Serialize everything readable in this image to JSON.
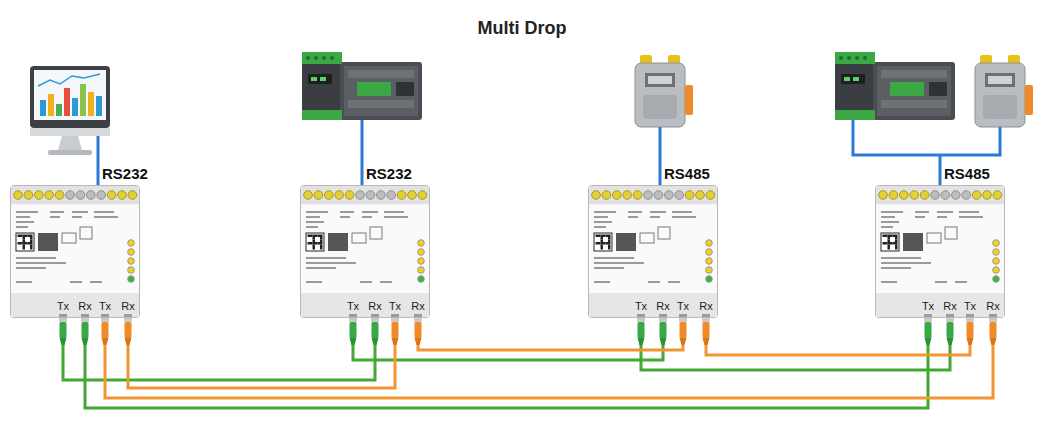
{
  "diagram": {
    "title": "Multi Drop",
    "nodes": [
      {
        "text": [
          "RS232"
        ]
      },
      {
        "text": [
          "RS232"
        ]
      },
      {
        "text": [
          "RS485"
        ]
      },
      {
        "text": [
          "RS485"
        ]
      }
    ],
    "edges": [
      {
        "from": 0,
        "to": 1,
        "arrow": "none"
      },
      {
        "from": 1,
        "to": 2,
        "arrow": "none"
      },
      {
        "from": 2,
        "to": 3,
        "arrow": "none"
      },
      {
        "from": 3,
        "to": 0,
        "arrow": "none"
      },
      {
        "from": 0,
        "to": 3,
        "arrow": "none"
      },
      {
        "from": 3,
        "to": 2,
        "arrow": "none"
      },
      {
        "from": 2,
        "to": 1,
        "arrow": "none"
      },
      {
        "from": 1,
        "to": 0,
        "arrow": "none"
      }
    ],
    "labels": [
      "Tx",
      "Rx",
      "Tx",
      "Rx",
      "Tx",
      "Rx",
      "Tx",
      "Rx",
      "Tx",
      "Rx",
      "Tx",
      "Rx",
      "Tx",
      "Rx",
      "Tx",
      "Rx"
    ]
  }
}
